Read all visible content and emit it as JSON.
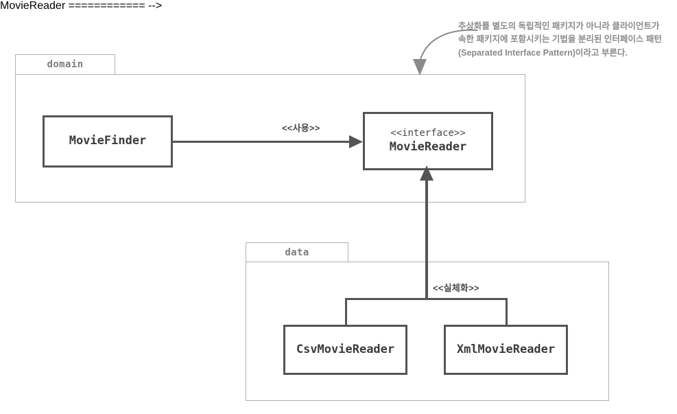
{
  "diagram": {
    "title": "Separated Interface Pattern UML class diagram",
    "colors": {
      "class_border": "#545454",
      "package_border": "#b0b0b0",
      "class_text": "#3b3b3b",
      "package_text": "#7c7c7c",
      "note_text": "#8a8a8a",
      "connector": "#545454",
      "callout_arrow": "#8a8a8a",
      "background": "#ffffff"
    }
  },
  "packages": [
    {
      "id": "domain",
      "label": "domain"
    },
    {
      "id": "data",
      "label": "data"
    }
  ],
  "classes": [
    {
      "id": "movie-finder",
      "stereotype": "",
      "name": "MovieFinder"
    },
    {
      "id": "movie-reader",
      "stereotype": "<<interface>>",
      "name": "MovieReader"
    },
    {
      "id": "csv-movie-reader",
      "stereotype": "",
      "name": "CsvMovieReader"
    },
    {
      "id": "xml-movie-reader",
      "stereotype": "",
      "name": "XmlMovieReader"
    }
  ],
  "relations": [
    {
      "id": "uses",
      "label": "<<사용>>",
      "from": "MovieFinder",
      "to": "MovieReader",
      "kind": "dependency-uses"
    },
    {
      "id": "realization",
      "label": "<<실체화>>",
      "from": "CsvMovieReader, XmlMovieReader",
      "to": "MovieReader",
      "kind": "realization"
    }
  ],
  "note": {
    "id": "separated-interface-note",
    "lines": [
      "추상화를 별도의 독립적인 패키지가 아니라 클라이언트가",
      "속한 패키지에 포함시키는 기법을 분리된 인터페이스 패턴",
      "(Separated Interface Pattern)이라고 부른다."
    ],
    "text": "추상화를 별도의 독립적인 패키지가 아니라 클라이언트가\n속한 패키지에 포함시키는 기법을 분리된 인터페이스 패턴\n(Separated Interface Pattern)이라고 부른다.",
    "points_to": "domain"
  }
}
